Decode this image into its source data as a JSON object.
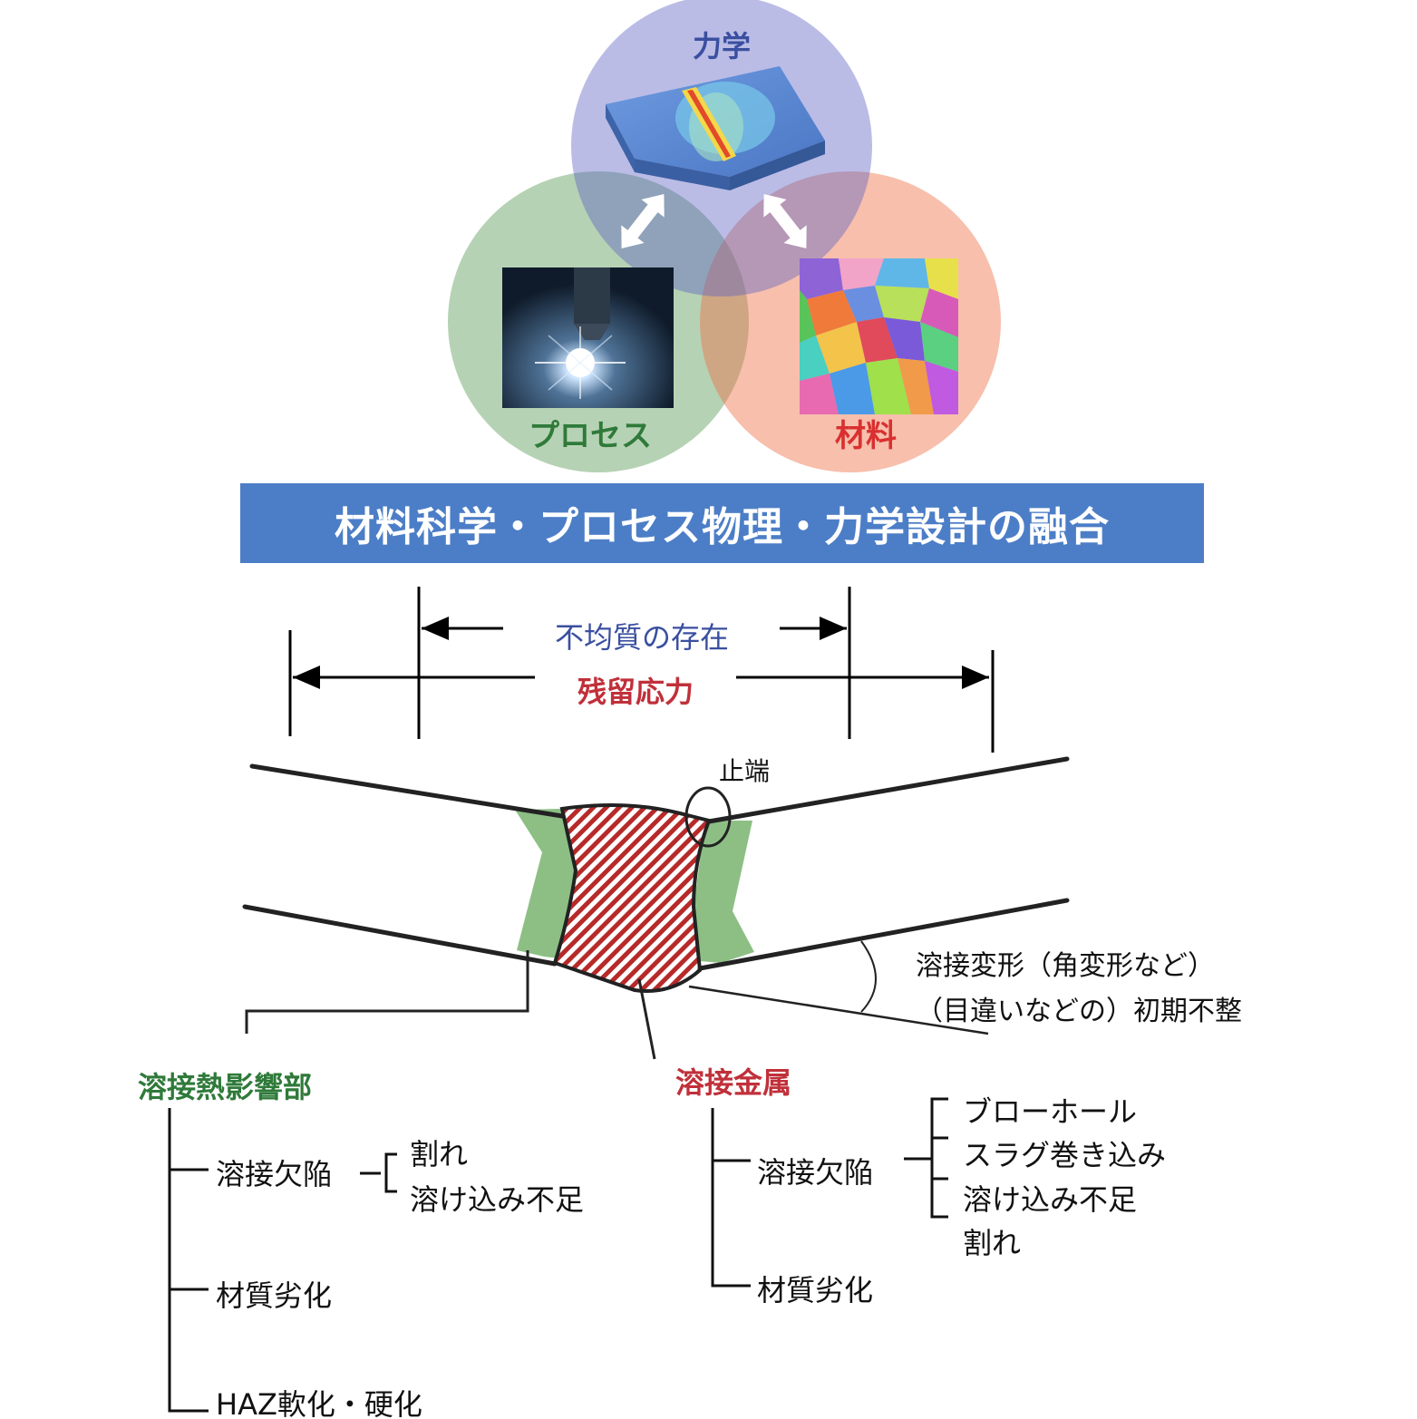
{
  "venn": {
    "mechanics_label": "力学",
    "process_label": "プロセス",
    "material_label": "材料"
  },
  "banner": "材料科学・プロセス物理・力学設計の融合",
  "dimension": {
    "heterogeneity": "不均質の存在",
    "residual_stress": "残留応力"
  },
  "weld": {
    "toe_label": "止端",
    "distortion_line1": "溶接変形（角変形など）",
    "distortion_line2": "（目違いなどの）初期不整"
  },
  "haz": {
    "title": "溶接熱影響部",
    "defect_label": "溶接欠陥",
    "defects": [
      "割れ",
      "溶け込み不足"
    ],
    "degradation": "材質劣化",
    "softening": "HAZ軟化・硬化"
  },
  "weld_metal": {
    "title": "溶接金属",
    "defect_label": "溶接欠陥",
    "defects": [
      "ブローホール",
      "スラグ巻き込み",
      "溶け込み不足",
      "割れ"
    ],
    "degradation": "材質劣化"
  },
  "colors": {
    "mechanics": "#3a4fa0",
    "process": "#2f7a3a",
    "material": "#d93030",
    "banner": "#4c7ec7",
    "haz_fill": "#8dbf85",
    "weld_hatch": "#b72a2a"
  }
}
